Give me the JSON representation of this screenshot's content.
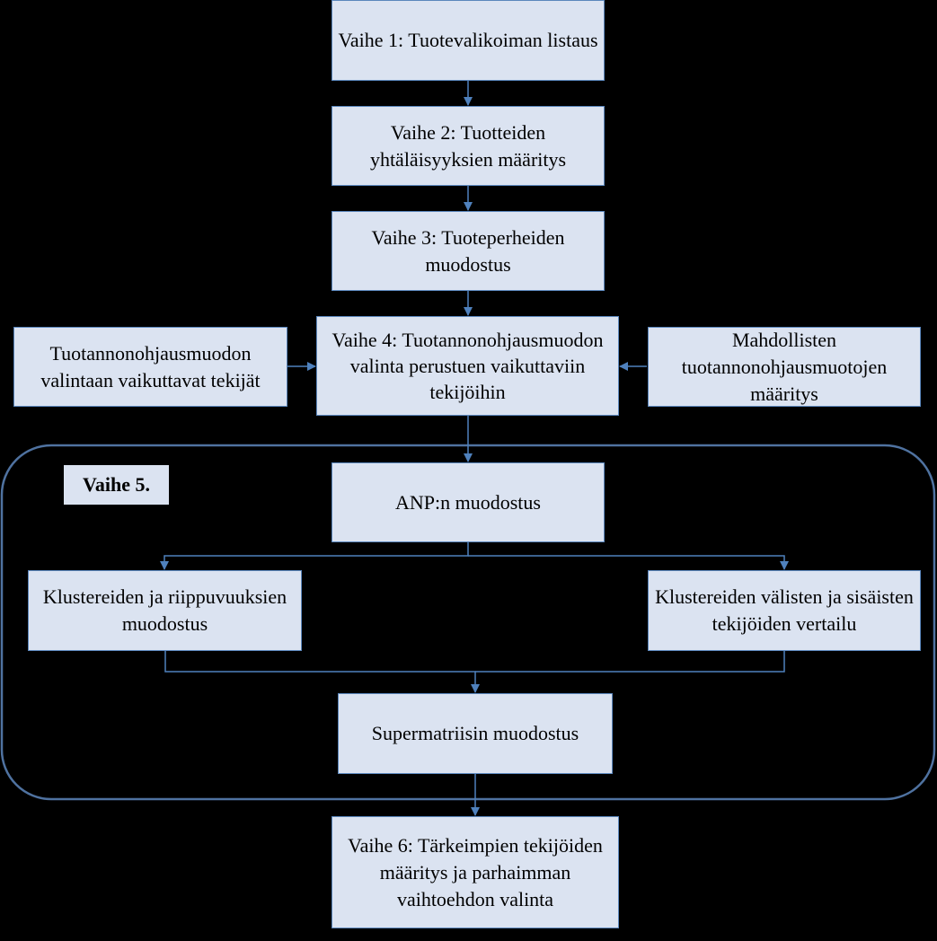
{
  "colors": {
    "background": "#000000",
    "box_fill": "#dbe3f1",
    "box_border": "#5b87bd",
    "connector": "#4f81bd",
    "group_border": "#4f72a0"
  },
  "steps": {
    "step1": "Vaihe 1: Tuotevalikoiman listaus",
    "step2": "Vaihe 2: Tuotteiden yhtäläisyyksien määritys",
    "step3": "Vaihe 3: Tuoteperheiden muodostus",
    "step4": "Vaihe 4: Tuotannonohjausmuodon valinta perustuen vaikuttaviin tekijöihin",
    "factors": "Tuotannonohjausmuodon valintaan vaikuttavat tekijät",
    "alternatives": "Mahdollisten tuotannonohjausmuotojen määritys",
    "step5_label": "Vaihe 5.",
    "anp": "ANP:n muodostus",
    "clusters": "Klustereiden ja riippuvuuksien muodostus",
    "comparison": "Klustereiden välisten ja sisäisten tekijöiden vertailu",
    "supermatrix": "Supermatriisin muodostus",
    "step6": "Vaihe 6: Tärkeimpien tekijöiden määritys ja parhaimman vaihtoehdon valinta"
  }
}
